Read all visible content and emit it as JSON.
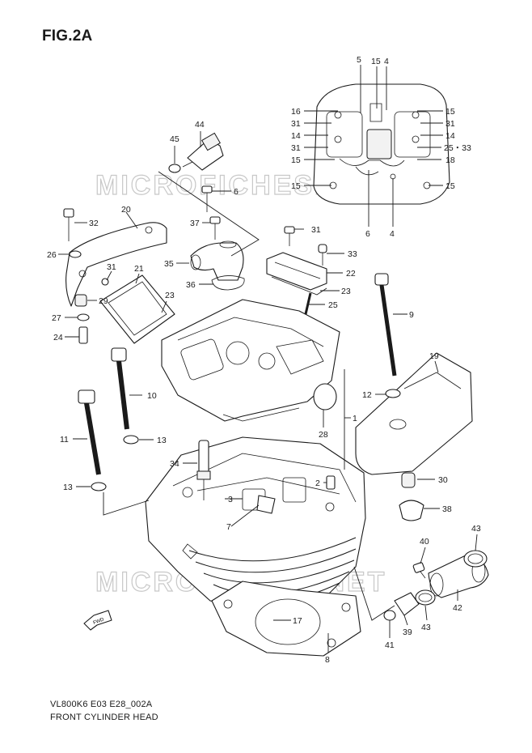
{
  "figure": {
    "title": "FIG.2A",
    "drawing_code": "VL800K6 E03 E28_002A",
    "drawing_name": "FRONT CYLINDER HEAD"
  },
  "watermark": "MICROFICHES.NET",
  "fwd_arrow_label": "FWD",
  "callouts": {
    "c5": "5",
    "c15a": "15",
    "c4a": "4",
    "c16": "16",
    "c15b": "15",
    "c31a": "31",
    "c31b": "31",
    "c14a": "14",
    "c14b": "14",
    "c31c": "31",
    "c25_33": "25・33",
    "c18": "18",
    "c15c": "15",
    "c15d": "15",
    "c6a": "6",
    "c4b": "4",
    "c44": "44",
    "c45": "45",
    "c6b": "6",
    "c20": "20",
    "c32": "32",
    "c37": "37",
    "c31d": "31",
    "c26": "26",
    "c31e": "31",
    "c21": "21",
    "c35": "35",
    "c33": "33",
    "c22": "22",
    "c36": "36",
    "c23a": "23",
    "c23b": "23",
    "c25": "25",
    "c29": "29",
    "c9": "9",
    "c27": "27",
    "c24": "24",
    "c19": "19",
    "c12": "12",
    "c10": "10",
    "c1": "1",
    "c28": "28",
    "c11": "11",
    "c13a": "13",
    "c34": "34",
    "c30": "30",
    "c2": "2",
    "c13b": "13",
    "c3": "3",
    "c38": "38",
    "c7": "7",
    "c43a": "43",
    "c40": "40",
    "c42": "42",
    "c17": "17",
    "c39": "39",
    "c43b": "43",
    "c41": "41",
    "c8": "8"
  }
}
